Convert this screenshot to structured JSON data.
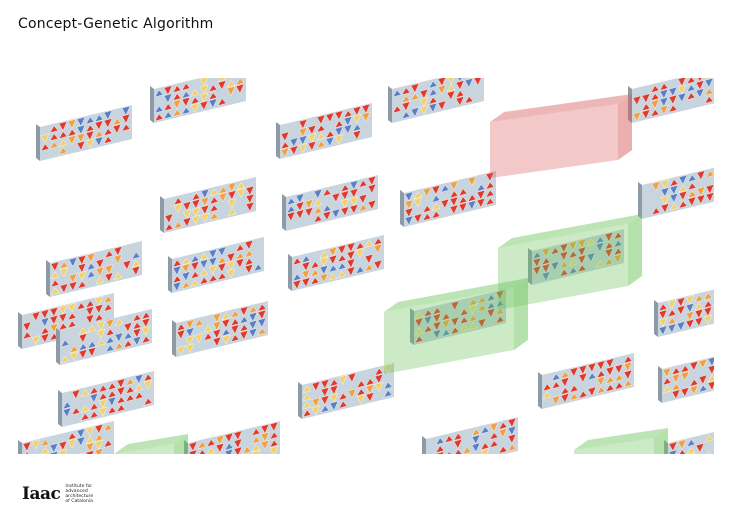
{
  "page": {
    "title": "Concept-Genetic Algorithm"
  },
  "logo": {
    "mark": "Iaac",
    "lines": [
      "Institute for",
      "advanced",
      "architecture",
      "of Catalonia"
    ]
  },
  "colors": {
    "panel_face": "#c8d4de",
    "panel_side": "#8e9aa6",
    "triangle_red": "#e03a2c",
    "triangle_orange": "#f0a040",
    "triangle_blue": "#5b7fc4",
    "triangle_yellow": "#f2d16a",
    "highlight_green": "#6cc35c",
    "highlight_red": "#d96060"
  }
}
